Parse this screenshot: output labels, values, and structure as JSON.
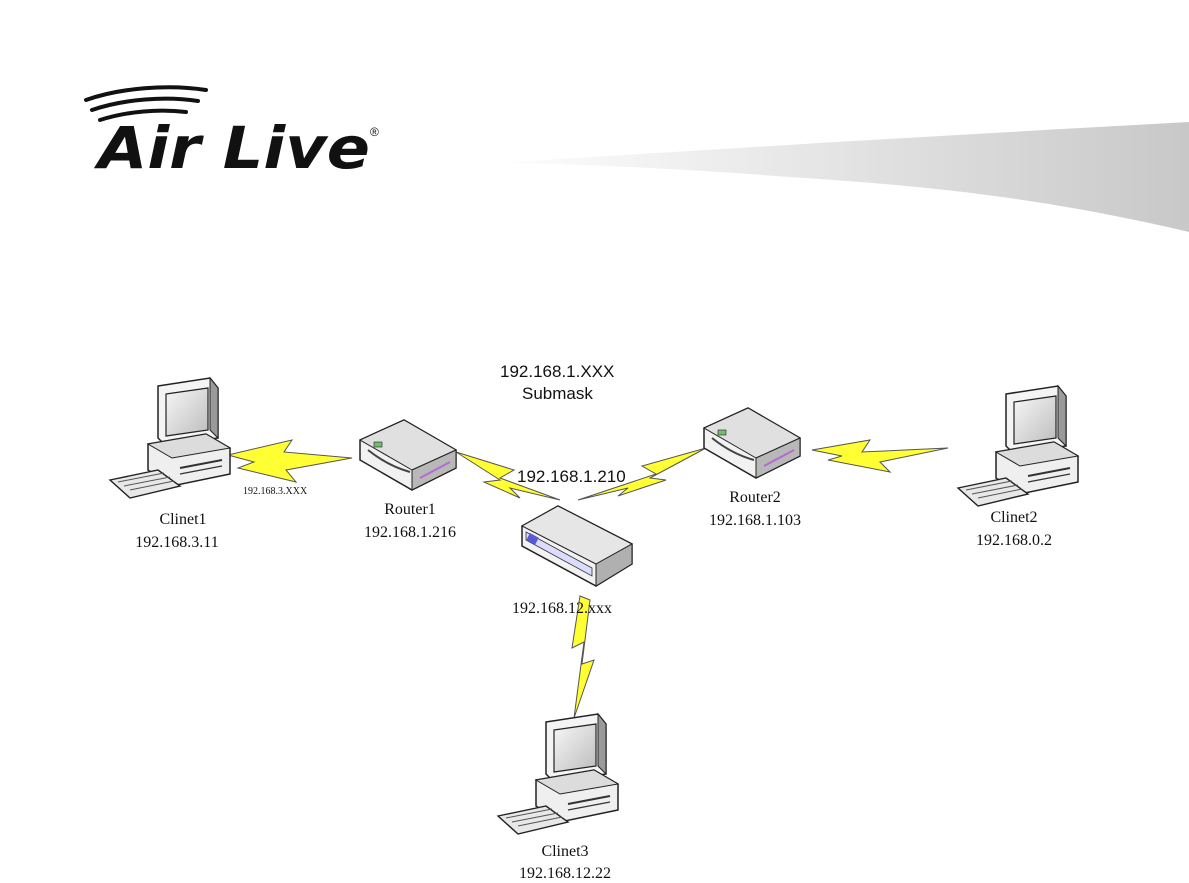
{
  "logo": {
    "text": "Air Live",
    "trademark": "®"
  },
  "diagram": {
    "network_label": "192.168.1.XXX",
    "submask_label": "Submask",
    "center_ip": "192.168.1.210",
    "client1_link_label": "192.168.3.XXX",
    "switch_subnet_label": "192.168.12.xxx",
    "nodes": {
      "client1": {
        "name": "Clinet1",
        "ip": "192.168.3.11"
      },
      "router1": {
        "name": "Router1",
        "ip": "192.168.1.216"
      },
      "router2": {
        "name": "Router2",
        "ip": "192.168.1.103"
      },
      "client2": {
        "name": "Clinet2",
        "ip": "192.168.0.2"
      },
      "client3": {
        "name": "Clinet3",
        "ip": "192.168.12.22"
      }
    }
  },
  "colors": {
    "lightning": "#ffff33",
    "lightning_outline": "#555555",
    "swoosh": "#d6d6d6",
    "device_body": "#f2f2f2"
  }
}
